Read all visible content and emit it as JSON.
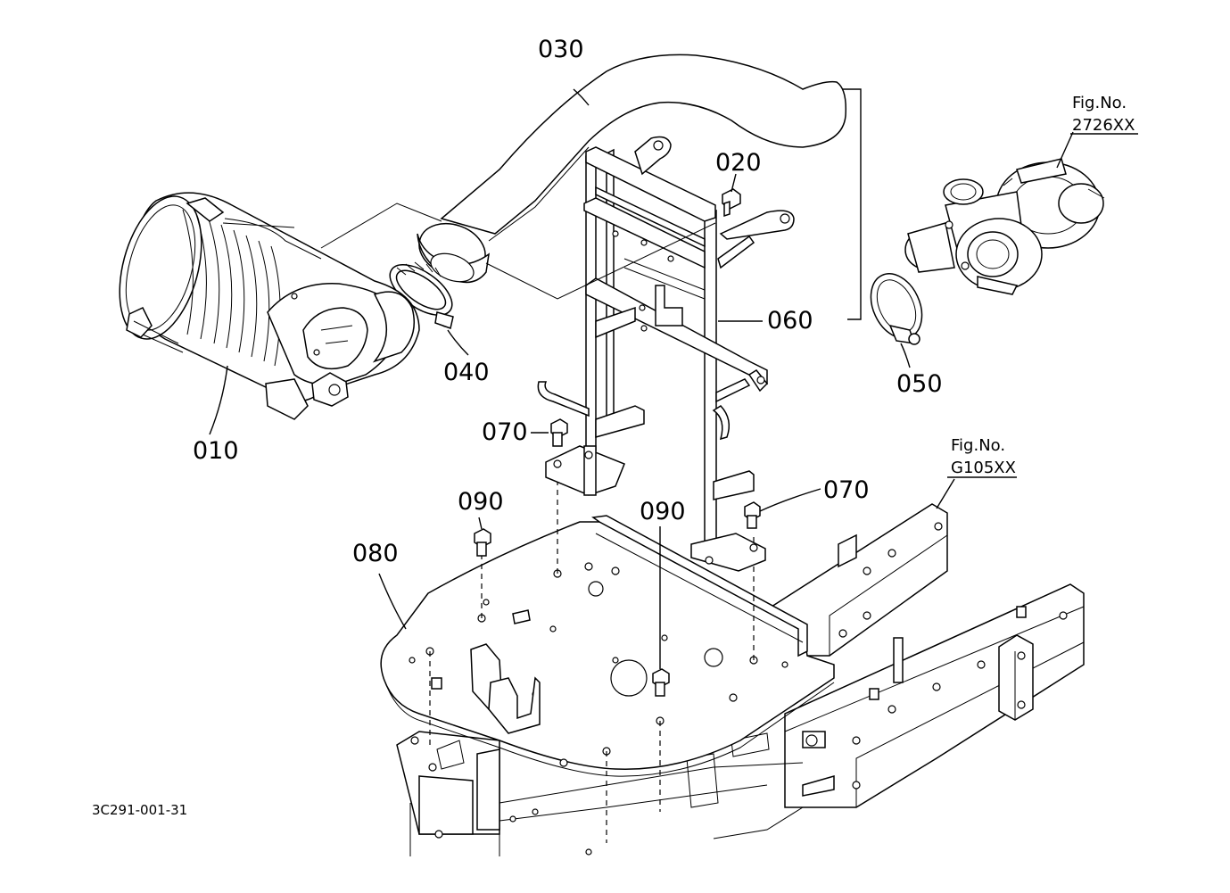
{
  "diagram": {
    "code": "3C291-001-31",
    "callouts": [
      {
        "id": "010",
        "label": "010"
      },
      {
        "id": "020",
        "label": "020"
      },
      {
        "id": "030",
        "label": "030"
      },
      {
        "id": "040",
        "label": "040"
      },
      {
        "id": "050",
        "label": "050"
      },
      {
        "id": "060",
        "label": "060"
      },
      {
        "id": "070a",
        "label": "070"
      },
      {
        "id": "070b",
        "label": "070"
      },
      {
        "id": "080",
        "label": "080"
      },
      {
        "id": "090a",
        "label": "090"
      },
      {
        "id": "090b",
        "label": "090"
      }
    ],
    "figure_refs": [
      {
        "id": "turbo",
        "caption": "Fig.No.",
        "number": "2726XX"
      },
      {
        "id": "frame",
        "caption": "Fig.No.",
        "number": "G105XX"
      }
    ]
  }
}
